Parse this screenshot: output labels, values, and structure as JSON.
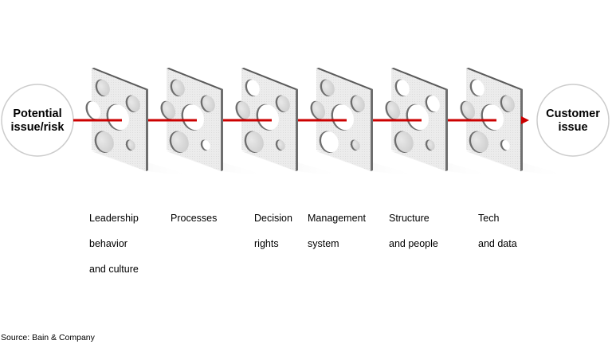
{
  "diagram": {
    "start_node": {
      "line1": "Potential",
      "line2": "issue/risk"
    },
    "end_node": {
      "line1": "Customer",
      "line2": "issue"
    },
    "colors": {
      "arrow": "#cc0000",
      "panel_face": "#ececec",
      "panel_edge": "#6e6e6e",
      "circle_border": "#cccccc"
    },
    "layers": [
      {
        "line1": "Leadership",
        "line2": "behavior",
        "line3": "and culture"
      },
      {
        "line1": "Processes",
        "line2": "",
        "line3": ""
      },
      {
        "line1": "Decision",
        "line2": "rights",
        "line3": ""
      },
      {
        "line1": "Management",
        "line2": "system",
        "line3": ""
      },
      {
        "line1": "Structure",
        "line2": "and people",
        "line3": ""
      },
      {
        "line1": "Tech",
        "line2": "and data",
        "line3": ""
      }
    ]
  },
  "footer": {
    "source": "Source: Bain & Company"
  }
}
